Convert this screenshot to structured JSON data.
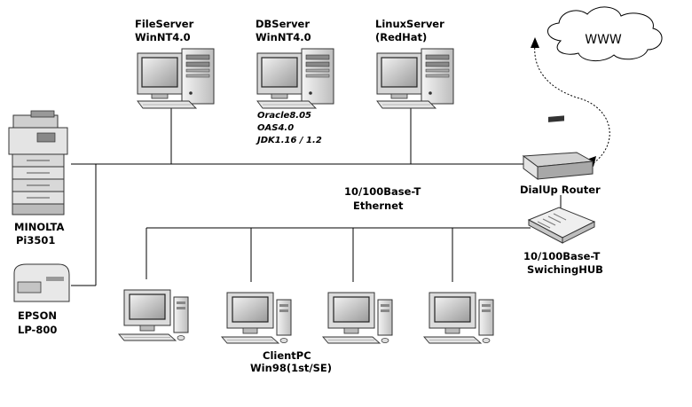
{
  "servers": [
    {
      "line1": "FileServer",
      "line2": "WinNT4.0"
    },
    {
      "line1": "DBServer",
      "line2": "WinNT4.0"
    },
    {
      "line1": "LinuxServer",
      "line2": "(RedHat)"
    }
  ],
  "db_software": [
    "Oracle8.05",
    "OAS4.0",
    "JDK1.16 / 1.2"
  ],
  "internet": {
    "label": "WWW"
  },
  "router": {
    "label": "DialUp  Router"
  },
  "ethernet": {
    "line1": "10/100Base-T",
    "line2": "Ethernet"
  },
  "hub": {
    "line1": "10/100Base-T",
    "line2": "SwichingHUB"
  },
  "copier": {
    "line1": "MINOLTA",
    "line2": "Pi3501"
  },
  "printer": {
    "line1": "EPSON",
    "line2": "LP-800"
  },
  "clients": {
    "line1": "ClientPC",
    "line2": "Win98(1st/SE)"
  }
}
